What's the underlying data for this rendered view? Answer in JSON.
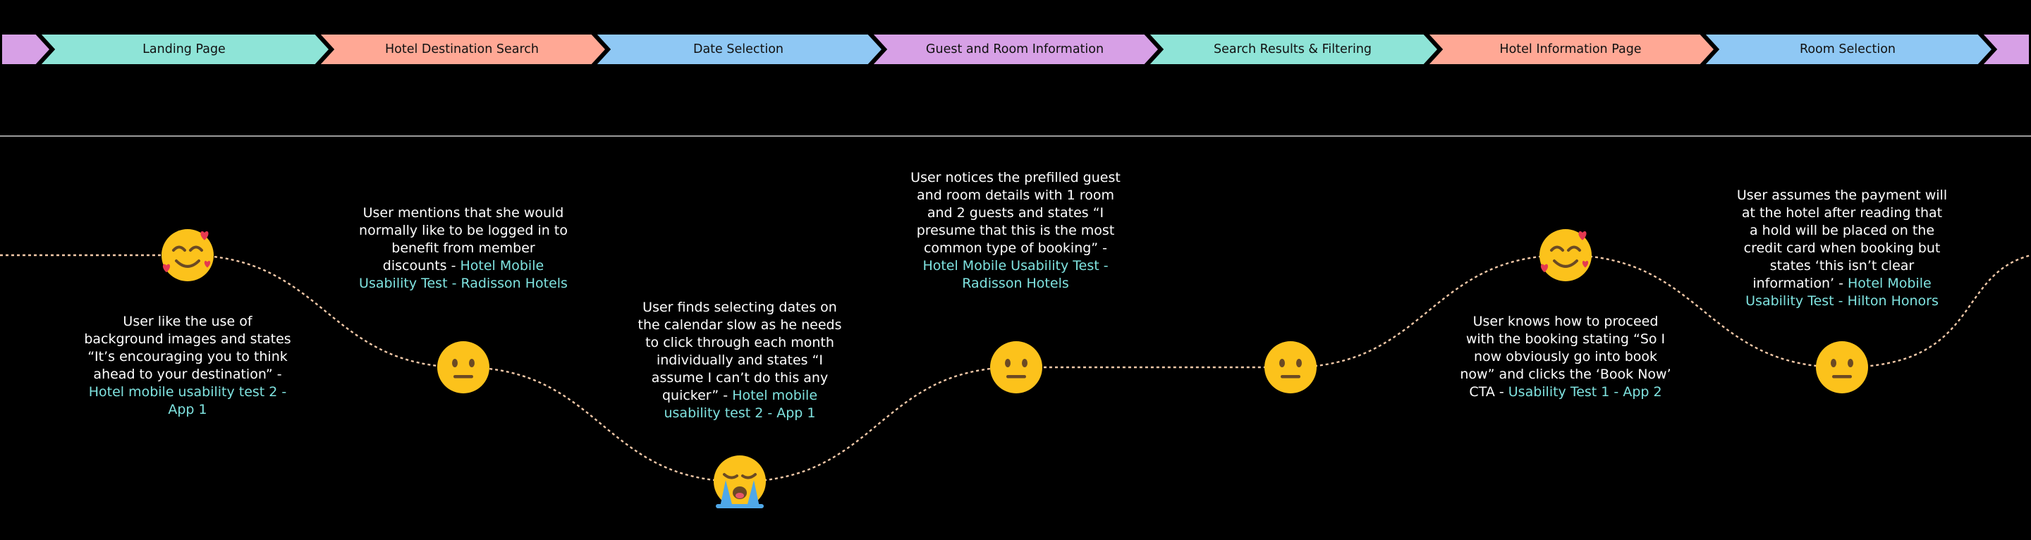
{
  "colors": {
    "background": "#000000",
    "curve": "#f3c9a8",
    "source_link": "#7fe3e0",
    "divider": "#9a9a9a"
  },
  "stages": [
    {
      "label": "",
      "color": "#d7a0e6"
    },
    {
      "label": "Landing Page",
      "color": "#8ee4d7"
    },
    {
      "label": "Hotel Destination Search",
      "color": "#ffa895"
    },
    {
      "label": "Date Selection",
      "color": "#8fc8f4"
    },
    {
      "label": "Guest and Room Information",
      "color": "#d7a0e6"
    },
    {
      "label": "Search Results & Filtering",
      "color": "#8ee4d7"
    },
    {
      "label": "Hotel Information Page",
      "color": "#ffa895"
    },
    {
      "label": "Room Selection",
      "color": "#8fc8f4"
    },
    {
      "label": "",
      "color": "#d7a0e6"
    }
  ],
  "touchpoints": [
    {
      "emotion": "smiling-hearts-icon",
      "note_text": "User like the use of background images and states “It’s encouraging you to think ahead to your destination” - ",
      "note_source": "Hotel mobile usability test 2 - App 1"
    },
    {
      "emotion": "neutral-face-icon",
      "note_text": "User mentions that she would normally like to be logged in to benefit from member discounts - ",
      "note_source": "Hotel Mobile Usability Test - Radisson Hotels"
    },
    {
      "emotion": "crying-face-icon",
      "note_text": "User finds selecting dates on the calendar slow as he needs to click through each month individually and states “I assume I can’t do this any quicker” - ",
      "note_source": "Hotel mobile usability test 2 - App 1"
    },
    {
      "emotion": "neutral-face-icon",
      "note_text": "User notices the prefilled guest and room details with 1 room and 2 guests and states “I presume that this is the most common type of booking” - ",
      "note_source": "Hotel Mobile Usability Test - Radisson Hotels"
    },
    {
      "emotion": "neutral-face-icon",
      "note_text": "",
      "note_source": ""
    },
    {
      "emotion": "smiling-hearts-icon",
      "note_text": "User knows how to proceed with the booking stating “So I now obviously go into book now” and clicks the ‘Book Now’ CTA - ",
      "note_source": "Usability Test 1 - App 2"
    },
    {
      "emotion": "neutral-face-icon",
      "note_text": "User assumes the payment will at the hotel after reading that a hold will be placed on the credit card when booking but states ‘this isn’t clear information’ - ",
      "note_source": "Hotel Mobile Usability Test - Hilton Honors"
    }
  ]
}
